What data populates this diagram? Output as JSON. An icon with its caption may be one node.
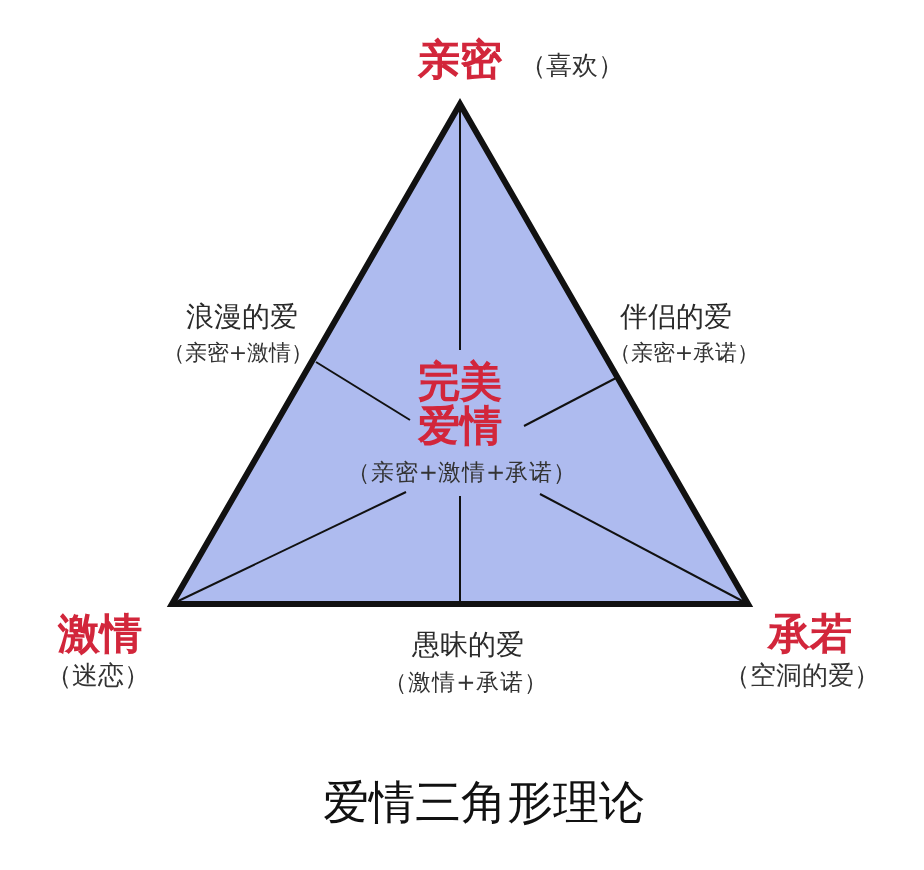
{
  "diagram": {
    "caption": "爱情三角形理论",
    "nodes": [
      {
        "text": [
          "完美爱情",
          "（亲密+激情+承诺）"
        ]
      }
    ],
    "labels": [
      "亲密",
      "（喜欢）",
      "浪漫的爱",
      "（亲密+激情）",
      "伴侣的爱",
      "（亲密+承诺）",
      "激情",
      "（迷恋）",
      "愚昧的爱",
      "（激情+承诺）",
      "承若",
      "（空洞的爱）"
    ]
  }
}
